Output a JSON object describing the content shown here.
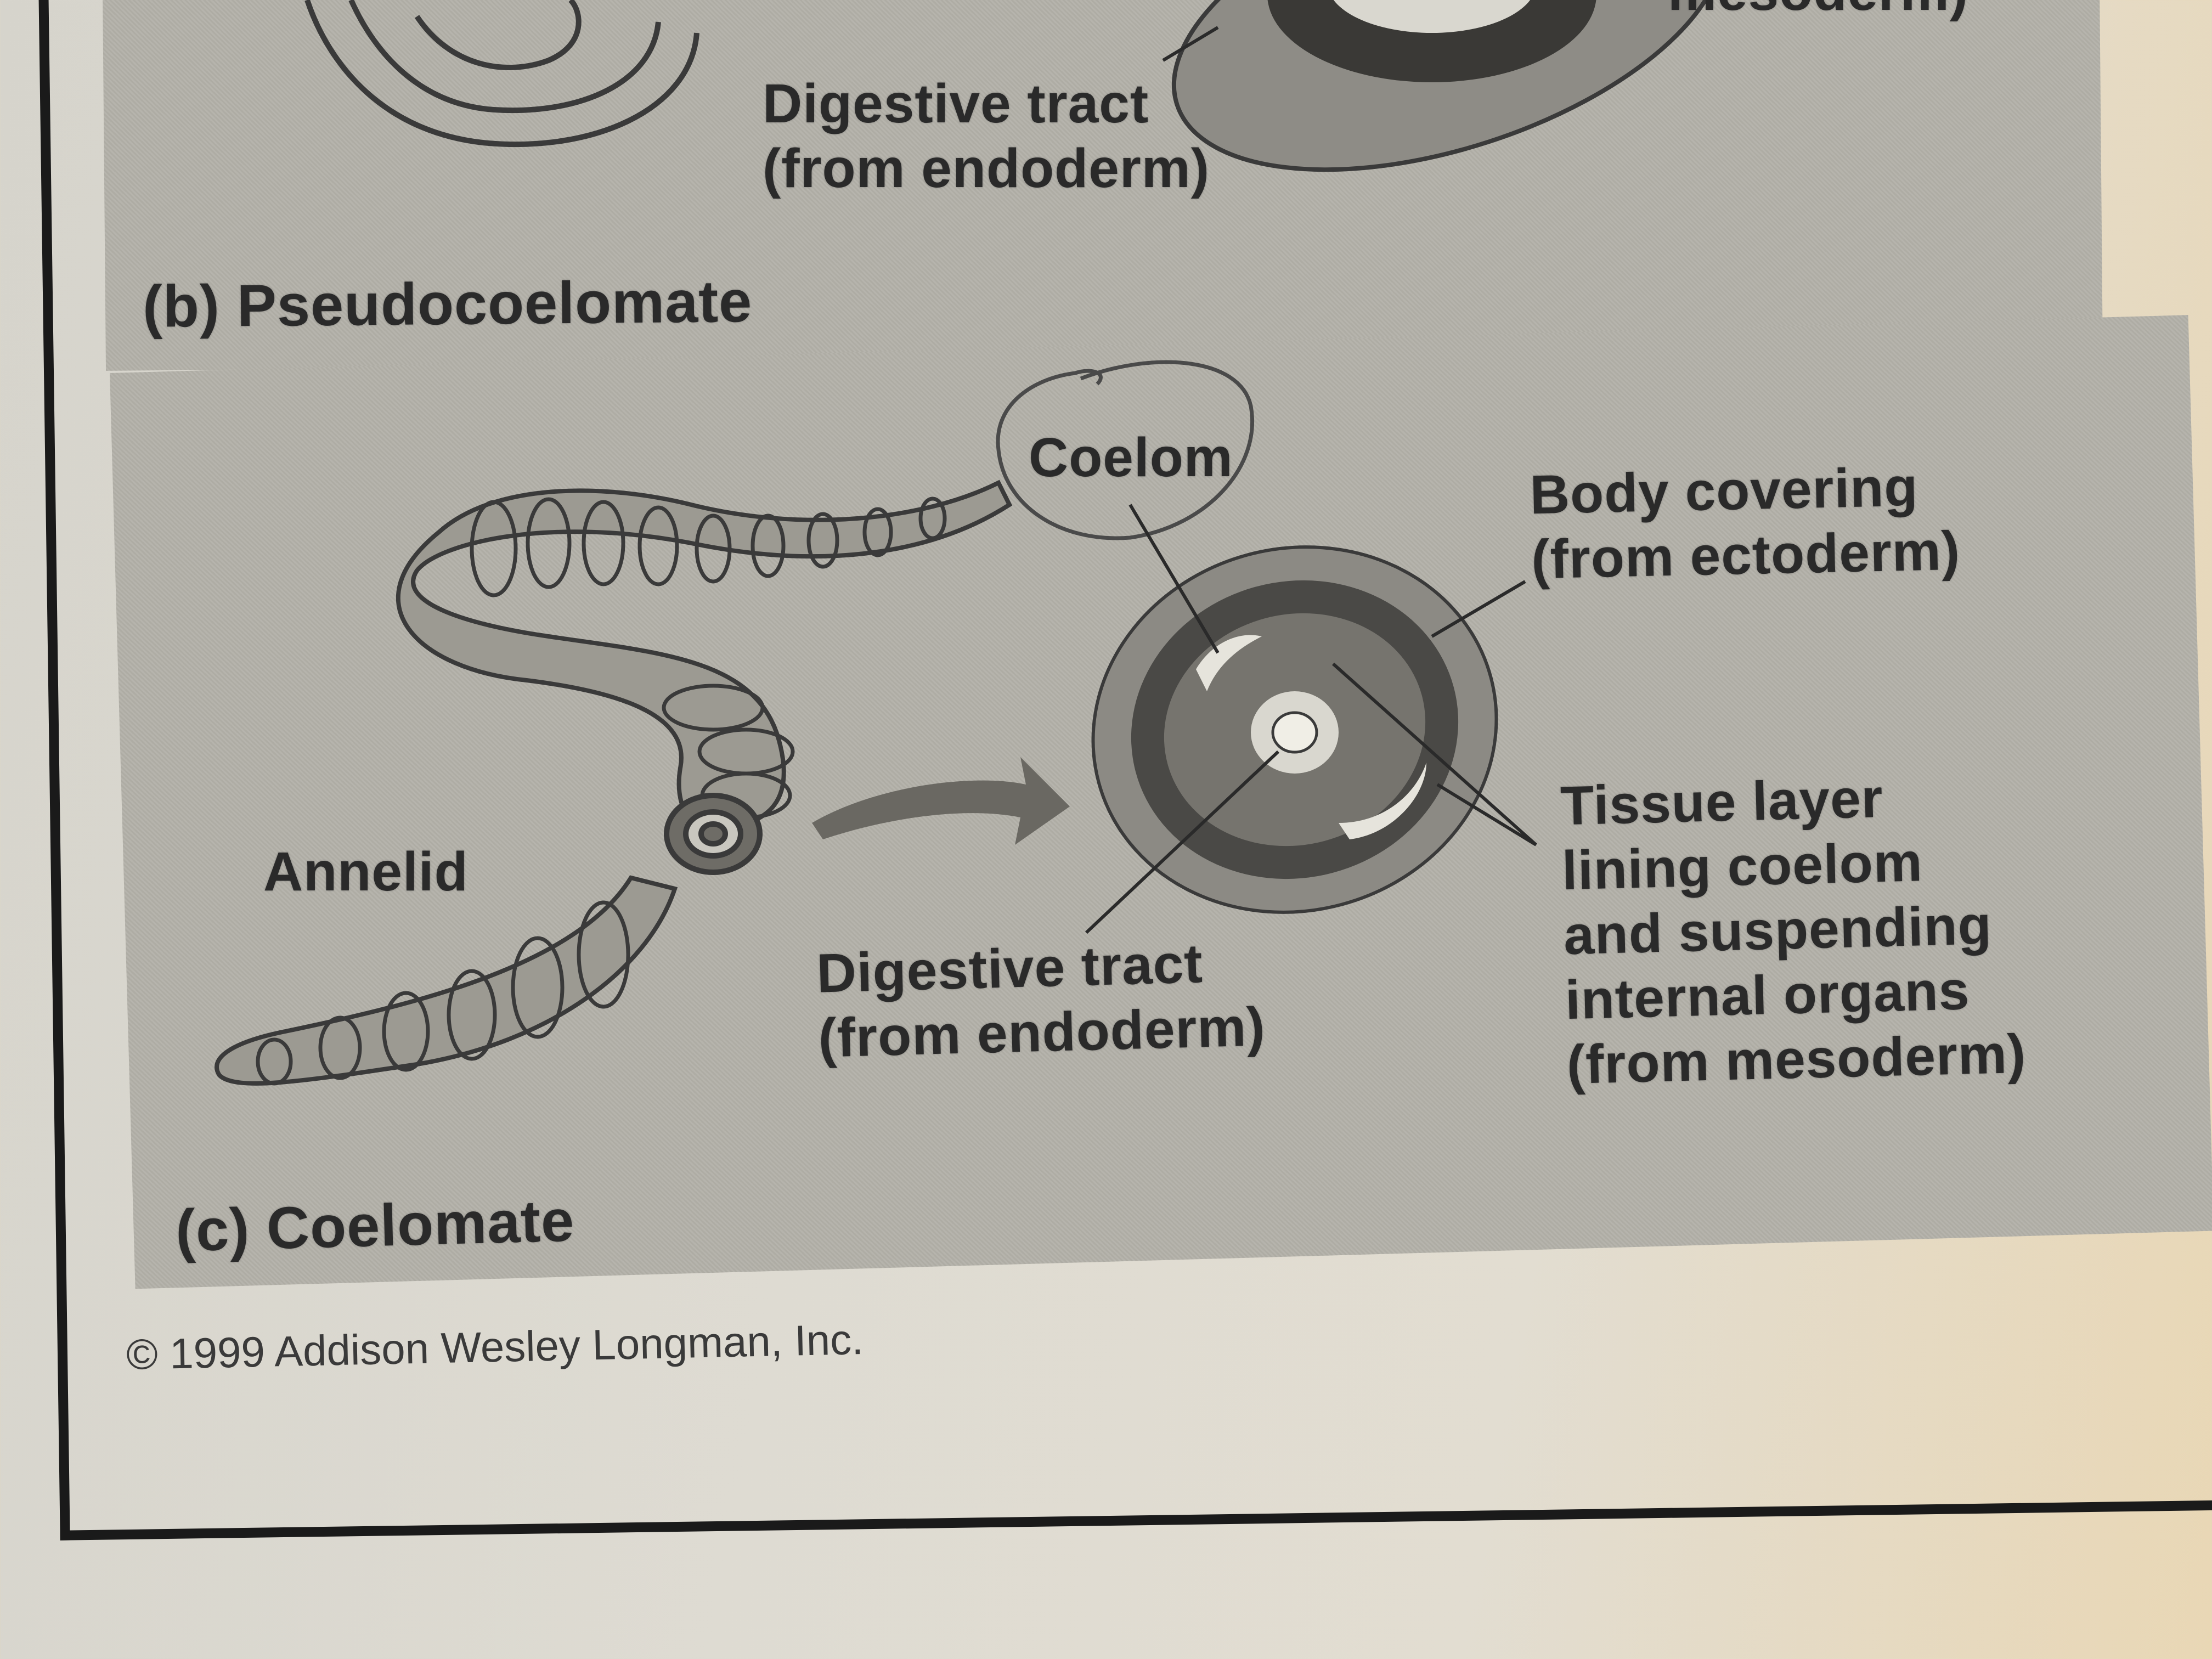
{
  "panel_b": {
    "top_label_fragment": "mesoderm)",
    "digestive_label": [
      "Digestive tract",
      "(from endoderm)"
    ],
    "caption": "(b) Pseudocoelomate"
  },
  "panel_c": {
    "coelom_label": "Coelom",
    "body_covering_label": [
      "Body covering",
      "(from ectoderm)"
    ],
    "organism_label": "Annelid",
    "digestive_label": [
      "Digestive tract",
      "(from endoderm)"
    ],
    "tissue_label": [
      "Tissue layer",
      "lining coelom",
      "and suspending",
      "internal organs",
      "(from mesoderm)"
    ],
    "caption": "(c) Coelomate"
  },
  "copyright": "© 1999 Addison Wesley Longman, Inc."
}
